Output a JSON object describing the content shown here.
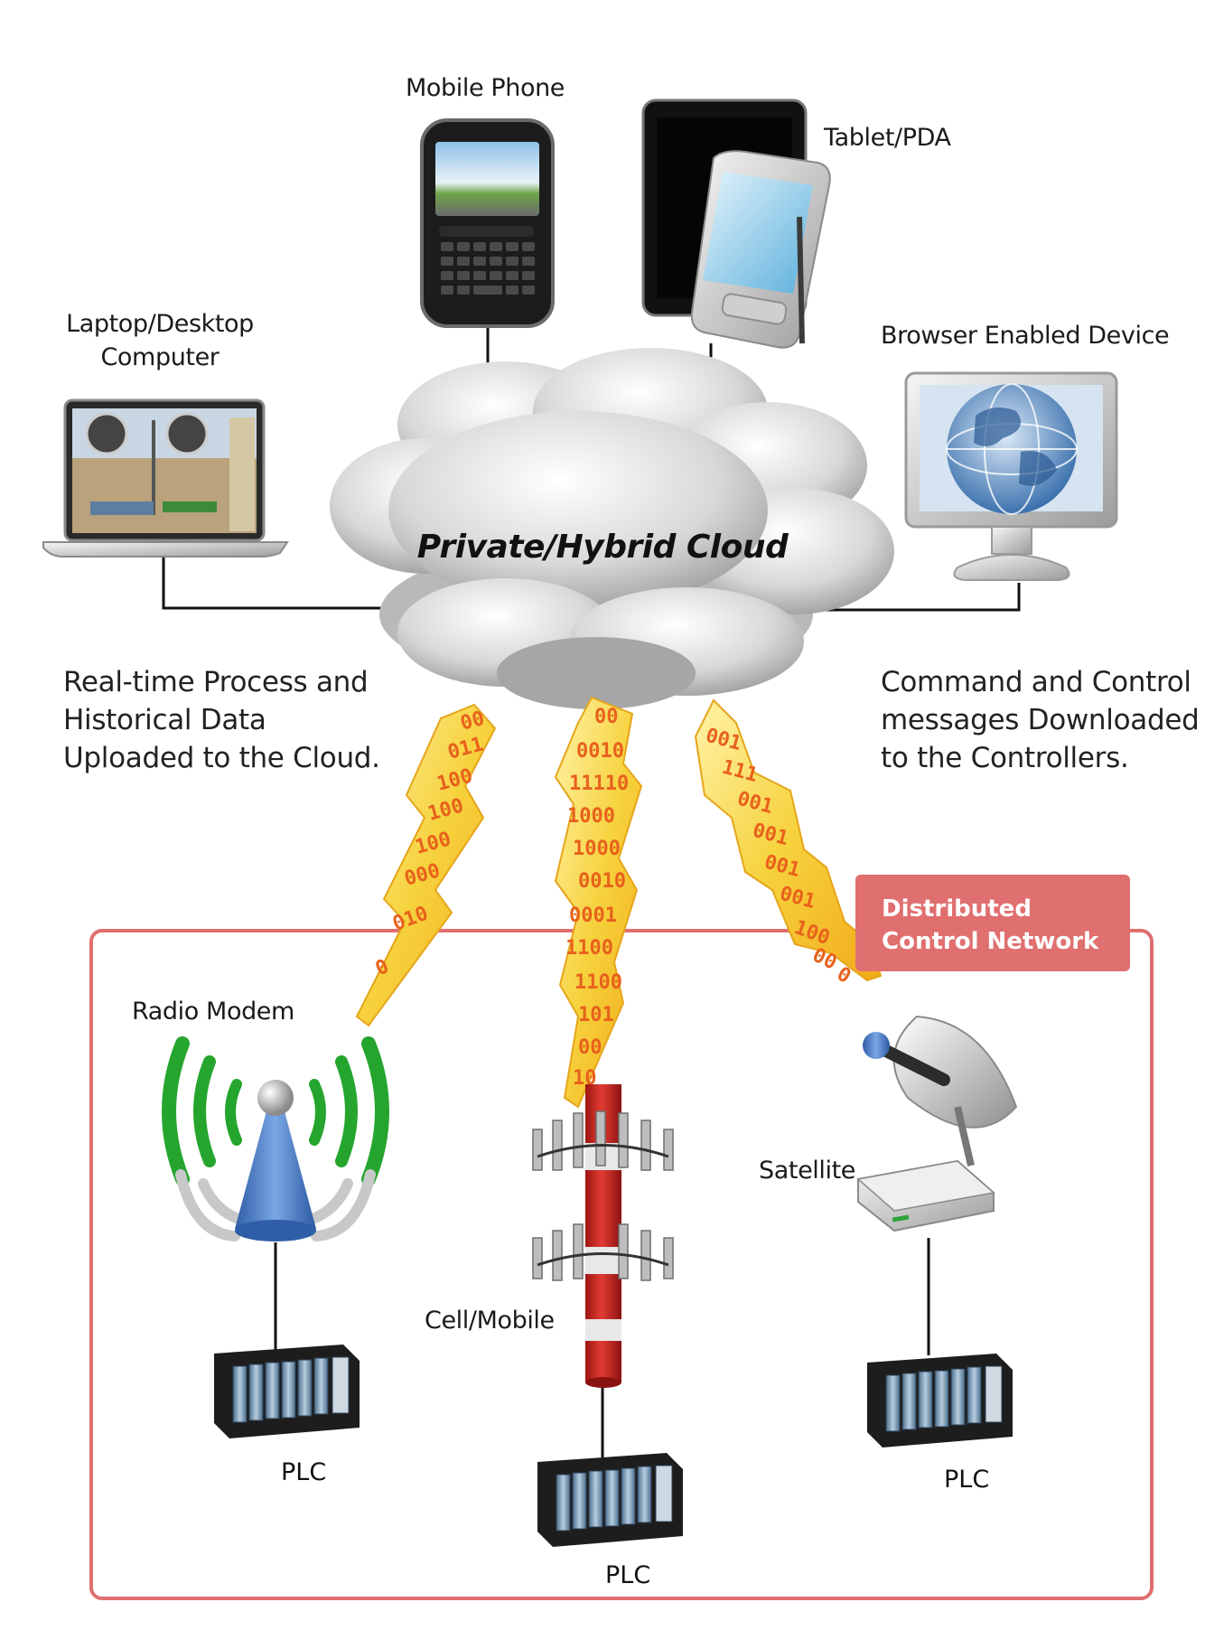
{
  "devices": {
    "mobile_phone": "Mobile Phone",
    "tablet": "Tablet/PDA",
    "laptop_line1": "Laptop/Desktop",
    "laptop_line2": "Computer",
    "browser_device": "Browser Enabled Device"
  },
  "cloud": {
    "label": "Private/Hybrid Cloud"
  },
  "upload_text": [
    "Real-time Process and",
    "Historical Data",
    "Uploaded to the Cloud."
  ],
  "command_text": [
    "Command and Control",
    "messages Downloaded",
    "to the Controllers."
  ],
  "network": {
    "badge_line1": "Distributed",
    "badge_line2": "Control Network"
  },
  "links": {
    "radio": "Radio Modem",
    "cell": "Cell/Mobile",
    "satellite": "Satellite"
  },
  "plc": {
    "left": "PLC",
    "center": "PLC",
    "right": "PLC"
  },
  "bolts": {
    "left": [
      "00",
      "011",
      "100",
      "100",
      "100",
      "000",
      "010",
      "0"
    ],
    "center": [
      "00",
      "0010",
      "11110",
      "1000",
      "1000",
      "0010",
      "0001",
      "1100",
      "1100",
      "101",
      "00",
      "10"
    ],
    "right": [
      "001",
      "111",
      "001",
      "001",
      "001",
      "001",
      "100",
      "00",
      "0"
    ]
  },
  "colors": {
    "frame": "#e06f6f",
    "badge": "#e06f6f",
    "bolt": "#f3c531",
    "bolt_digits": "#e8611c",
    "tower_red": "#d42a26",
    "wave_green": "#25a52e",
    "antenna_blue": "#3d74c4",
    "connector": "#111111"
  }
}
